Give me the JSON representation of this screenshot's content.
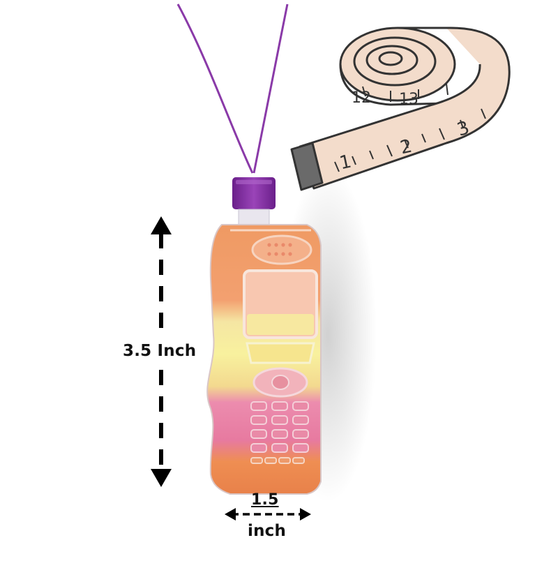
{
  "product": {
    "name": "sand-art-phone-necklace-bottle",
    "colors": {
      "cord": "#8a3aa8",
      "cap": "#7a2a9a",
      "sand_orange": "#ef8e52",
      "sand_yellow": "#f7ef9c",
      "sand_pink": "#e77aa0",
      "sand_purple": "#b24a8c"
    }
  },
  "dimensions": {
    "height_label": "3.5 Inch",
    "width_value": "1.5",
    "width_unit": "inch"
  },
  "tape_measure": {
    "numbers": [
      "1",
      "2",
      "3",
      "12",
      "13"
    ],
    "colors": {
      "tape": "#f3dccb",
      "outline": "#333333",
      "tip": "#6a6a6a"
    }
  }
}
